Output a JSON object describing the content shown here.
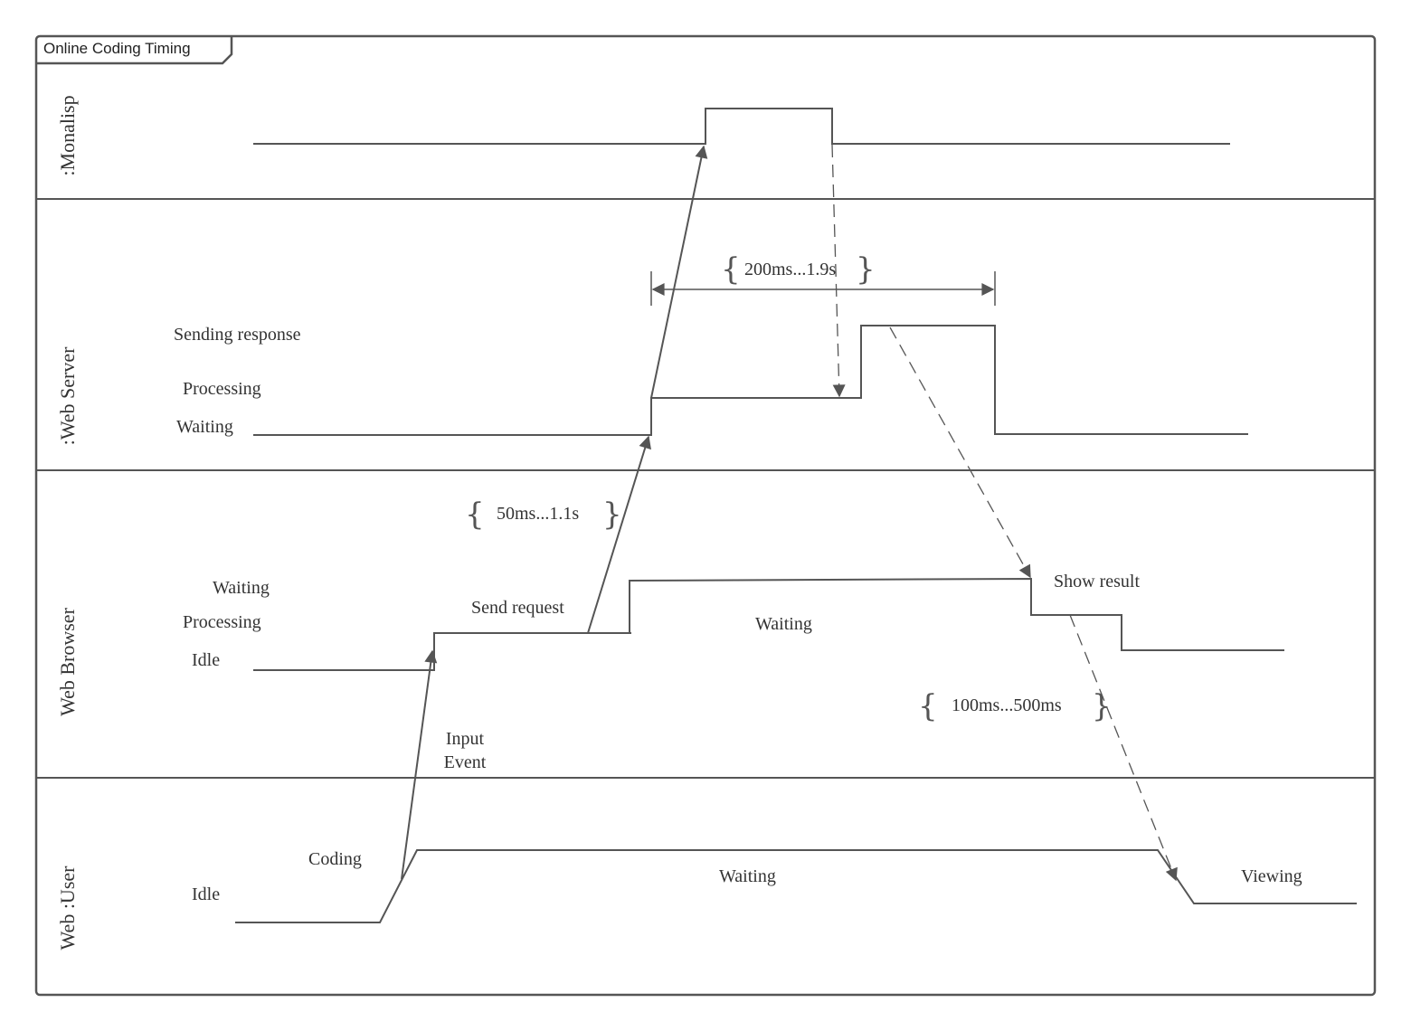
{
  "frame": {
    "title": "Online Coding Timing"
  },
  "colors": {
    "line": "#555555",
    "text": "#333333",
    "background": "#ffffff"
  },
  "lanes": [
    {
      "id": "monalisp",
      "label": ":Monalisp",
      "states": []
    },
    {
      "id": "web-server",
      "label": ":Web Server",
      "states": [
        "Sending response",
        "Processing",
        "Waiting"
      ]
    },
    {
      "id": "web-browser",
      "label": "Web Browser",
      "states": [
        "Waiting",
        "Processing",
        "Idle"
      ]
    },
    {
      "id": "web-user",
      "label": "Web :User",
      "states": [
        "Coding",
        "Idle"
      ]
    }
  ],
  "annotations": {
    "send_request": "Send request",
    "input_event_line1": "Input",
    "input_event_line2": "Event",
    "browser_waiting": "Waiting",
    "show_result": "Show result",
    "user_waiting": "Waiting",
    "viewing": "Viewing"
  },
  "durations": {
    "server_response": "200ms...1.9s",
    "browser_request": "50ms...1.1s",
    "browser_render": "100ms...500ms"
  },
  "braces": {
    "open": "{",
    "close": "}"
  }
}
